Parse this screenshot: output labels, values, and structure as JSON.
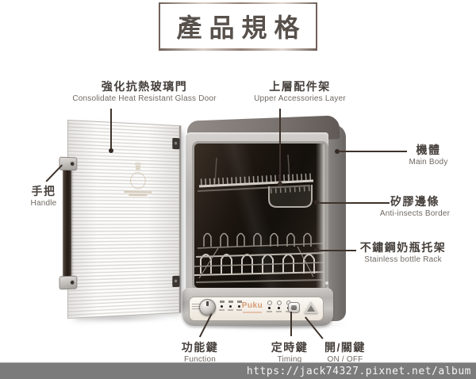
{
  "title": "產品規格",
  "labels": {
    "glass_door": {
      "zh": "強化抗熱玻璃門",
      "en": "Consolidate Heat Resistant Glass Door"
    },
    "upper_rack": {
      "zh": "上層配件架",
      "en": "Upper Accessories Layer"
    },
    "main_body": {
      "zh": "機體",
      "en": "Main Body"
    },
    "handle": {
      "zh": "手把",
      "en": "Handle"
    },
    "silicone_border": {
      "zh": "矽膠邊條",
      "en": "Anti-insects Border"
    },
    "bottle_rack": {
      "zh": "不鏽鋼奶瓶托架",
      "en": "Stainless bottle Rack"
    },
    "function_key": {
      "zh": "功能鍵",
      "en": "Function"
    },
    "timing_key": {
      "zh": "定時鍵",
      "en": "Timing"
    },
    "power_key": {
      "zh": "開/關鍵",
      "en": "ON / OFF"
    }
  },
  "machine": {
    "brand": "Puku"
  },
  "watermark": "https://jack74327.pixnet.net/album",
  "colors": {
    "leader_line": "#3e332c",
    "title_text": "#57504b",
    "watermark_bar": "#7b7b7b",
    "brand_text": "#d49b74"
  }
}
